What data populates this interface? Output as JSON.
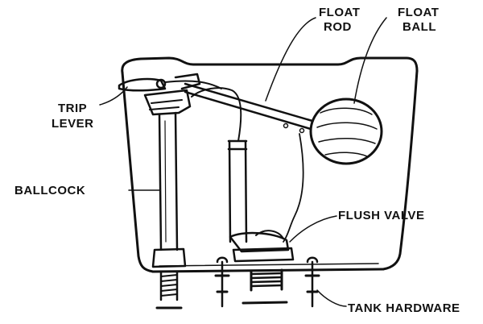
{
  "labels": {
    "float_rod": [
      "FLOAT",
      "ROD"
    ],
    "float_ball": [
      "FLOAT",
      "BALL"
    ],
    "trip_lever": [
      "TRIP",
      "LEVER"
    ],
    "ballcock": "BALLCOCK",
    "flush_valve": "FLUSH VALVE",
    "tank_hardware": "TANK HARDWARE"
  },
  "colors": {
    "ink": "#111111",
    "paper": "#ffffff"
  }
}
